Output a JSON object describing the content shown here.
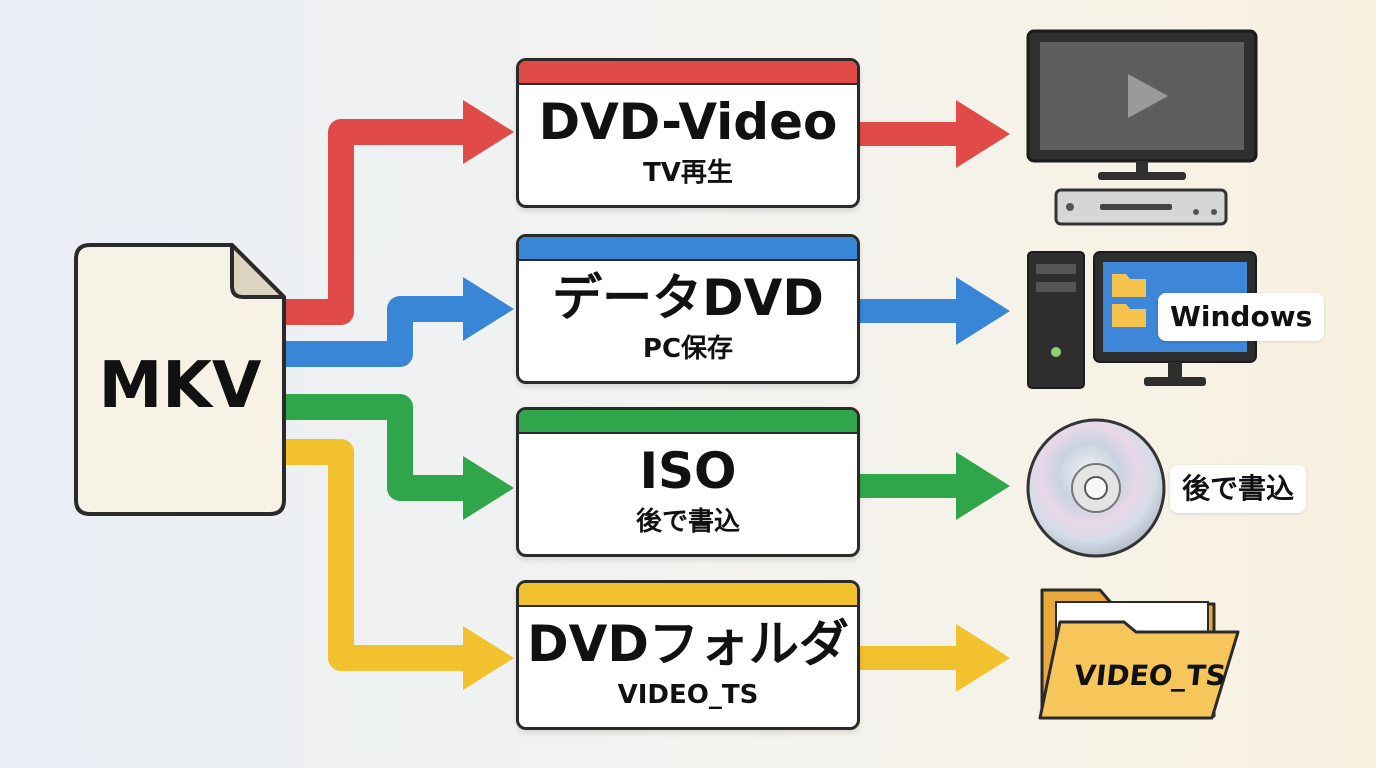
{
  "source": {
    "label": "MKV"
  },
  "outputs": [
    {
      "title": "DVD-Video",
      "subtitle": "TV再生",
      "color": "#e04b48",
      "device_icon": "tv-with-player-icon"
    },
    {
      "title": "データDVD",
      "subtitle": "PC保存",
      "color": "#3a86d6",
      "device_icon": "desktop-pc-icon",
      "device_label": "Windows"
    },
    {
      "title": "ISO",
      "subtitle": "後で書込",
      "color": "#2fa64a",
      "device_icon": "disc-icon",
      "device_label": "後で書込"
    },
    {
      "title": "DVDフォルダ",
      "subtitle": "VIDEO_TS",
      "color": "#f2c12e",
      "device_icon": "folder-icon",
      "device_label": "VIDEO_TS"
    }
  ]
}
